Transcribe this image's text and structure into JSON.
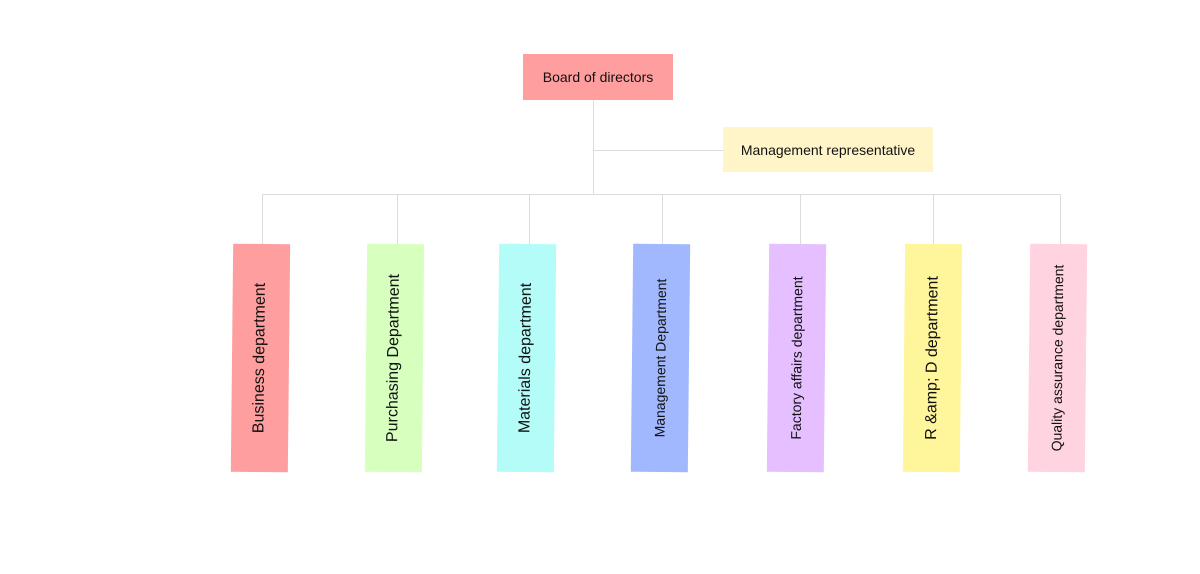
{
  "diagram": {
    "root": {
      "label": "Board of directors",
      "color": "#ff9e9e"
    },
    "side": {
      "label": "Management representative",
      "color": "#fff5c8"
    },
    "departments": [
      {
        "label": "Business department",
        "color": "#ff9e9e"
      },
      {
        "label": "Purchasing Department",
        "color": "#d7ffbe"
      },
      {
        "label": "Materials department",
        "color": "#b4fcf8"
      },
      {
        "label": "Management Department",
        "color": "#a1b8ff"
      },
      {
        "label": "Factory affairs department",
        "color": "#e5bfff"
      },
      {
        "label": "R &amp; D department",
        "color": "#fff59a"
      },
      {
        "label": "Quality assurance department",
        "color": "#ffd3df"
      }
    ],
    "connector_color": "#dcdcdc"
  }
}
